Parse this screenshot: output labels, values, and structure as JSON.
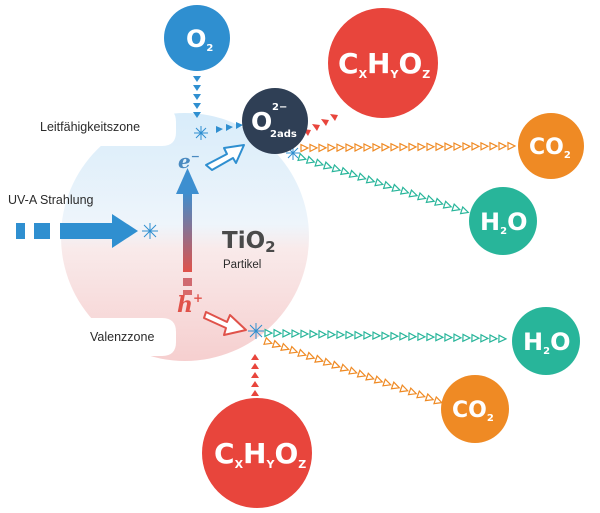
{
  "labels": {
    "conduction_band": "Leitfähigkeitszone",
    "valence_band": "Valenzzone",
    "uv_radiation": "UV-A Strahlung",
    "particle_formula": "TiO",
    "particle_formula_sub": "2",
    "particle_word": "Partikel",
    "electron": "e",
    "electron_sup": "−",
    "hole": "h",
    "hole_sup": "+"
  },
  "molecules": {
    "oxygen": {
      "main": "O",
      "sub": "2"
    },
    "superoxide": {
      "main": "O",
      "sup": "2−",
      "sub": "2ads"
    },
    "voc_top": {
      "c": "C",
      "x": "X",
      "h": "H",
      "y": "Y",
      "o": "O",
      "z": "Z"
    },
    "voc_bottom": {
      "c": "C",
      "x": "X",
      "h": "H",
      "y": "Y",
      "o": "O",
      "z": "Z"
    },
    "co2_top": {
      "main": "CO",
      "sub": "2"
    },
    "h2o_top": {
      "h": "H",
      "sub": "2",
      "o": "O"
    },
    "h2o_bottom": {
      "h": "H",
      "sub": "2",
      "o": "O"
    },
    "co2_bottom": {
      "main": "CO",
      "sub": "2"
    }
  },
  "colors": {
    "blue": "#2f8fd0",
    "navy": "#2f3f55",
    "red": "#e8453c",
    "orange": "#ef8a24",
    "teal": "#28b59a",
    "hole_red": "#e0524a"
  }
}
